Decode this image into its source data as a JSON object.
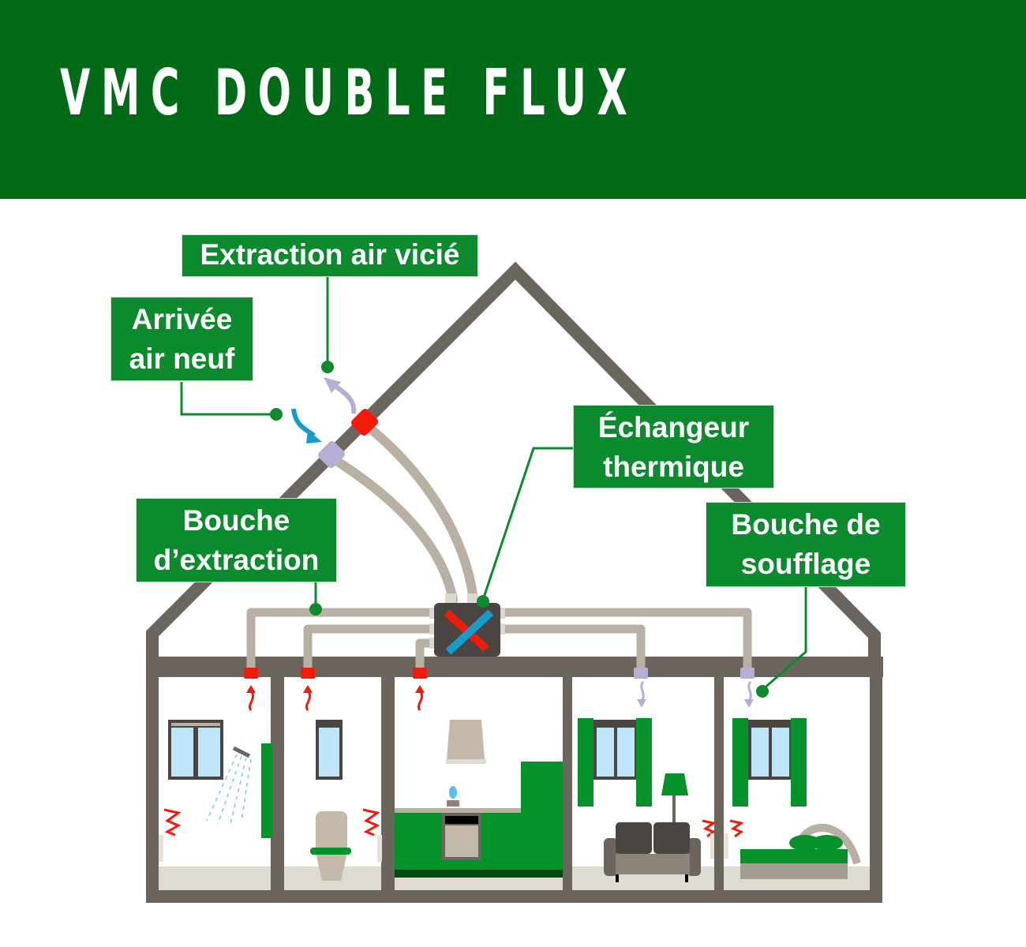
{
  "header": {
    "title": "VMC DOUBLE FLUX",
    "background": "#016a17"
  },
  "labels": {
    "extraction_air_vicie": "Extraction air vicié",
    "arrivee_air_neuf_line1": "Arrivée",
    "arrivee_air_neuf_line2": "air neuf",
    "echangeur_line1": "Échangeur",
    "echangeur_line2": "thermique",
    "bouche_extraction_line1": "Bouche",
    "bouche_extraction_line2": "d’extraction",
    "bouche_soufflage_line1": "Bouche de",
    "bouche_soufflage_line2": "soufflage"
  },
  "colors": {
    "label_green": "#0c8a2e",
    "wall_gray": "#6b655d",
    "duct_beige": "#b8b0a3",
    "extract_red": "#f21a0a",
    "supply_lilac": "#b6aed3",
    "fresh_blue": "#159ccc",
    "furniture_green": "#05922b"
  },
  "rooms": [
    "salle-de-bain",
    "wc",
    "cuisine",
    "salon",
    "chambre"
  ]
}
